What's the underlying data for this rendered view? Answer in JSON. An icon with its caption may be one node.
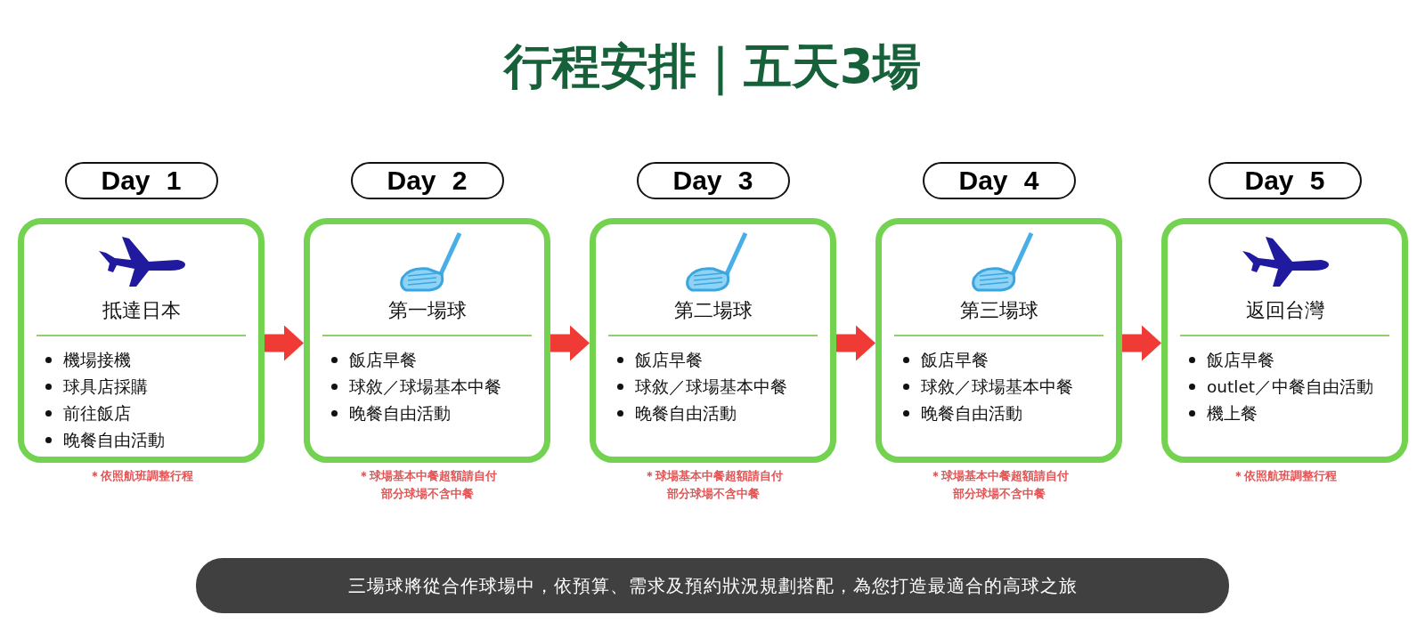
{
  "diagram": {
    "title": "行程安排｜五天3場",
    "nodes": [
      {
        "text": [
          "Day 1"
        ]
      },
      {
        "text": [
          "Day 2"
        ]
      },
      {
        "text": [
          "Day 3"
        ]
      },
      {
        "text": [
          "Day 4"
        ]
      },
      {
        "text": [
          "Day 5"
        ]
      },
      {
        "text": [
          "抵達日本",
          "機場接機",
          "球具店採購",
          "前往飯店",
          "晚餐自由活動"
        ],
        "beside": [
          "＊依照航班調整行程"
        ]
      },
      {
        "text": [
          "第一場球",
          "飯店早餐",
          "球敘／球場基本中餐",
          "晚餐自由活動"
        ],
        "beside": [
          "＊球場基本中餐超額請自付",
          "部分球場不含中餐"
        ]
      },
      {
        "text": [
          "第二場球",
          "飯店早餐",
          "球敘／球場基本中餐",
          "晚餐自由活動"
        ],
        "beside": [
          "＊球場基本中餐超額請自付",
          "部分球場不含中餐"
        ]
      },
      {
        "text": [
          "第三場球",
          "飯店早餐",
          "球敘／球場基本中餐",
          "晚餐自由活動"
        ],
        "beside": [
          "＊球場基本中餐超額請自付",
          "部分球場不含中餐"
        ]
      },
      {
        "text": [
          "返回台灣",
          "飯店早餐",
          "outlet／中餐自由活動",
          "機上餐"
        ],
        "beside": [
          "＊依照航班調整行程"
        ]
      },
      {
        "text": [
          "三場球將從合作球場中，依預算、需求及預約狀況規劃搭配，為您打造最適合的高球之旅"
        ]
      }
    ],
    "edges": [
      {
        "from": 5,
        "to": 6,
        "arrow": "to"
      },
      {
        "from": 6,
        "to": 7,
        "arrow": "to"
      },
      {
        "from": 7,
        "to": 8,
        "arrow": "to"
      },
      {
        "from": 8,
        "to": 9,
        "arrow": "to"
      }
    ]
  }
}
